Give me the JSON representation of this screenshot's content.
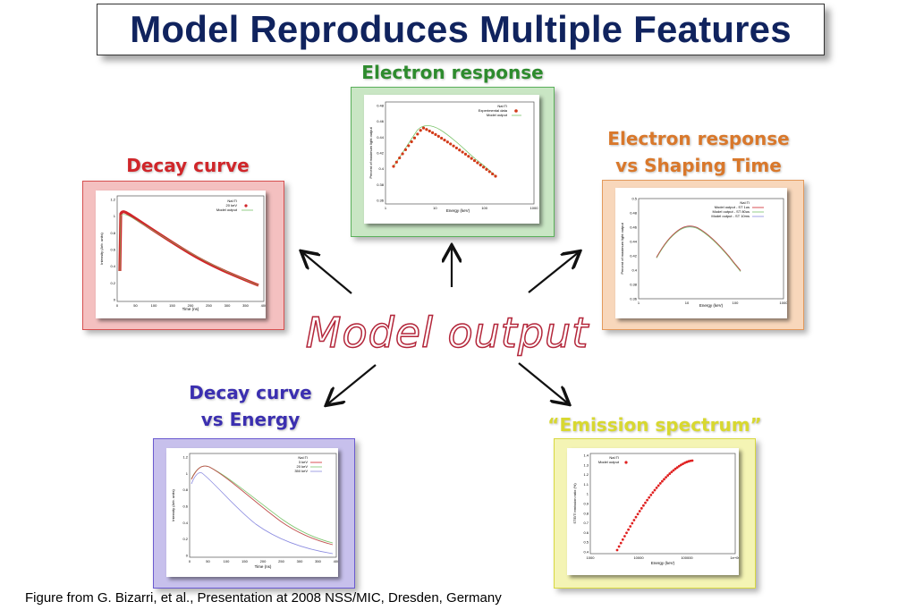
{
  "title": "Model Reproduces Multiple Features",
  "center_label": "Model output",
  "caption": "Figure from G. Bizarri, et al., Presentation at 2008 NSS/MIC, Dresden, Germany",
  "colors": {
    "title": "#10235e",
    "electron_response": "#2e8b2e",
    "decay_curve": "#d0262a",
    "shaping_time": "#d9782b",
    "decay_vs_energy": "#3b2fb0",
    "emission": "#d8d830"
  },
  "panels": {
    "electron_response": {
      "heading": "Electron response",
      "legend": [
        "NaI:Tl",
        "Experimental data",
        "Model output"
      ],
      "xlabel": "Energy (keV)",
      "ylabel": "Percent of maximum light output",
      "xticks": [
        "1",
        "10",
        "100",
        "1000"
      ],
      "yticks": [
        "0.48",
        "0.46",
        "0.44",
        "0.42",
        "0.4",
        "0.38",
        "0.36"
      ]
    },
    "decay_curve": {
      "heading": "Decay curve",
      "legend": [
        "NaI:Tl",
        "20 keV",
        "Model output"
      ],
      "xlabel": "Time (ns)",
      "ylabel": "Intensity (Arb. units)",
      "xticks": [
        "0",
        "50",
        "100",
        "150",
        "200",
        "250",
        "300",
        "350",
        "400"
      ],
      "yticks": [
        "1.2",
        "1",
        "0.8",
        "0.6",
        "0.4",
        "0.2",
        "0"
      ]
    },
    "shaping_time": {
      "heading_line1": "Electron response",
      "heading_line2": "vs Shaping Time",
      "legend": [
        "NaI:Tl",
        "Model output - ST 1us",
        "Model output - ST 80us",
        "Model output - ST 10ms"
      ],
      "xlabel": "Energy (keV)",
      "ylabel": "Percent of maximum light output",
      "xticks": [
        "1",
        "10",
        "100",
        "1000"
      ],
      "yticks": [
        "0.5",
        "0.48",
        "0.46",
        "0.44",
        "0.42",
        "0.4",
        "0.38",
        "0.36"
      ]
    },
    "decay_vs_energy": {
      "heading_line1": "Decay curve",
      "heading_line2": "vs Energy",
      "legend": [
        "NaI:Tl",
        "3 keV",
        "20 keV",
        "350 keV"
      ],
      "xlabel": "Time (ns)",
      "ylabel": "Intensity (Arb. units)",
      "xticks": [
        "0",
        "50",
        "100",
        "150",
        "200",
        "250",
        "300",
        "350",
        "400"
      ],
      "yticks": [
        "1.2",
        "1",
        "0.8",
        "0.6",
        "0.4",
        "0.2",
        "0"
      ]
    },
    "emission": {
      "heading": "“Emission spectrum”",
      "legend": [
        "NaI:Tl",
        "Model output"
      ],
      "xlabel": "Energy (keV)",
      "ylabel": "STE/Tl emission ratio (%)",
      "xticks": [
        "1000",
        "10000",
        "100000",
        "1e+06"
      ],
      "yticks": [
        "1.4",
        "1.3",
        "1.2",
        "1.1",
        "1",
        "0.9",
        "0.8",
        "0.7",
        "0.6",
        "0.5",
        "0.4"
      ]
    }
  }
}
